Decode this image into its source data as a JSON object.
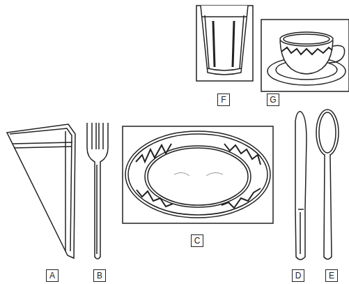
{
  "diagram": {
    "nodes": [
      {
        "text": [
          "F"
        ]
      },
      {
        "text": [
          "G"
        ]
      },
      {
        "text": [
          "C"
        ]
      },
      {
        "text": [
          "A"
        ]
      },
      {
        "text": [
          "B"
        ]
      },
      {
        "text": [
          "D"
        ]
      },
      {
        "text": [
          "E"
        ]
      }
    ]
  }
}
